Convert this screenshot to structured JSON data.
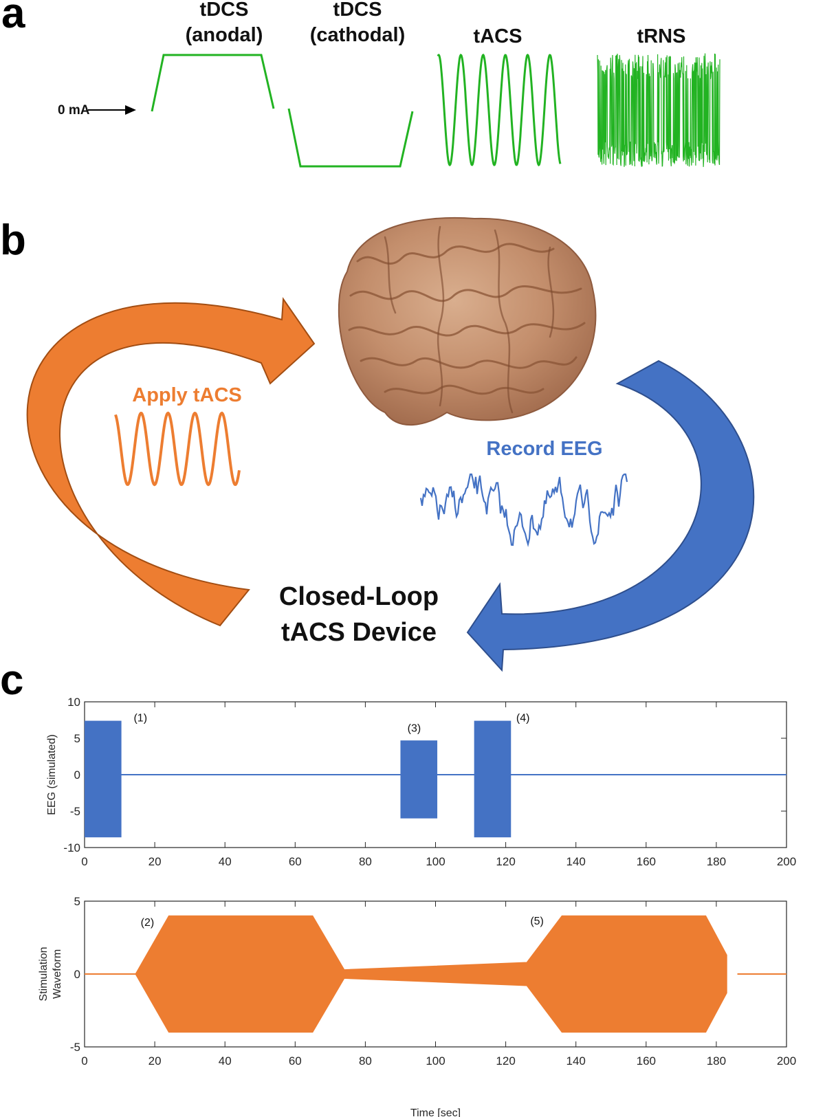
{
  "panels": {
    "a": "a",
    "b": "b",
    "c": "c"
  },
  "panel_a": {
    "zero_label": "0 mA",
    "waves": [
      {
        "line1": "tDCS",
        "line2": "(anodal)"
      },
      {
        "line1": "tDCS",
        "line2": "(cathodal)"
      },
      {
        "line1": "tACS",
        "line2": ""
      },
      {
        "line1": "tRNS",
        "line2": ""
      }
    ],
    "color": "#22B322"
  },
  "panel_b": {
    "apply_label": "Apply tACS",
    "record_label": "Record EEG",
    "device_line1": "Closed-Loop",
    "device_line2": "tACS Device",
    "orange": "#ED7D31",
    "blue": "#4472C4",
    "brain_icon": "brain-icon"
  },
  "chart_data": [
    {
      "type": "area",
      "xlabel": "",
      "ylabel": "EEG (simulated)",
      "xlim": [
        0,
        200
      ],
      "ylim": [
        -10,
        10
      ],
      "xticks": [
        0,
        20,
        40,
        60,
        80,
        100,
        120,
        140,
        160,
        180,
        200
      ],
      "yticks": [
        10,
        5,
        0,
        -5,
        -10
      ],
      "bursts": [
        {
          "x0": 0,
          "x1": 10.5,
          "lo": -8.6,
          "hi": 7.4
        },
        {
          "x0": 90,
          "x1": 100.5,
          "lo": -6.0,
          "hi": 4.7
        },
        {
          "x0": 111,
          "x1": 121.5,
          "lo": -8.6,
          "hi": 7.4
        }
      ],
      "annotations": [
        {
          "text": "(1)",
          "x": 14,
          "y": 7.3
        },
        {
          "text": "(3)",
          "x": 92,
          "y": 5.9
        },
        {
          "text": "(4)",
          "x": 123,
          "y": 7.3
        }
      ],
      "color": "#4472C4"
    },
    {
      "type": "area",
      "xlabel": "Time [sec]",
      "ylabel": "Stimulation Waveform",
      "xlim": [
        0,
        200
      ],
      "ylim": [
        -5,
        5
      ],
      "xticks": [
        0,
        20,
        40,
        60,
        80,
        100,
        120,
        140,
        160,
        180,
        200
      ],
      "yticks": [
        5,
        0,
        -5
      ],
      "envelope": [
        [
          0,
          0
        ],
        [
          14.5,
          0
        ],
        [
          24,
          4
        ],
        [
          65,
          4
        ],
        [
          74,
          0.3
        ],
        [
          126,
          0.8
        ],
        [
          136,
          4
        ],
        [
          177,
          4
        ],
        [
          183,
          1.3
        ],
        [
          183,
          -1.3
        ],
        [
          177,
          -4
        ],
        [
          136,
          -4
        ],
        [
          126,
          -0.8
        ],
        [
          74,
          -0.3
        ],
        [
          65,
          -4
        ],
        [
          24,
          -4
        ],
        [
          14.5,
          0
        ]
      ],
      "tail": [
        [
          186,
          0
        ],
        [
          200,
          0
        ]
      ],
      "annotations": [
        {
          "text": "(2)",
          "x": 16,
          "y": 3.3
        },
        {
          "text": "(5)",
          "x": 127,
          "y": 3.4
        }
      ],
      "color": "#ED7D31"
    }
  ]
}
